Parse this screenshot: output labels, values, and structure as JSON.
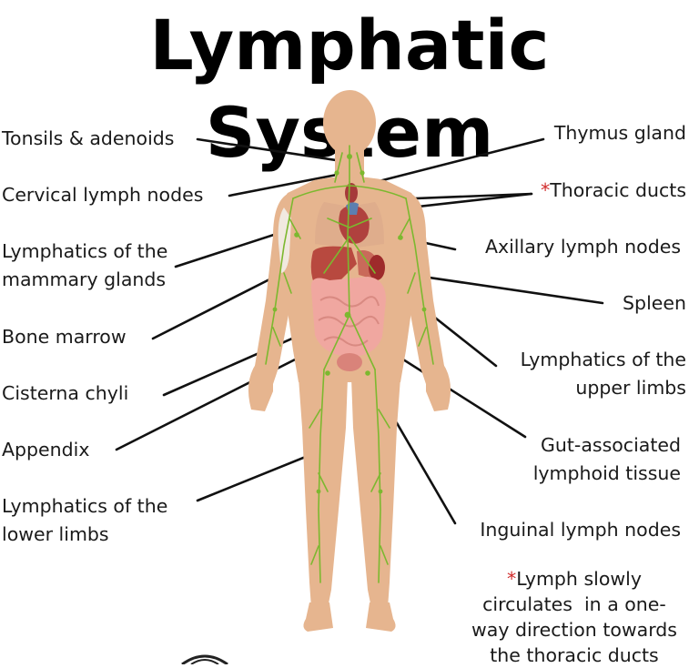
{
  "title": "Lymphatic System",
  "colors": {
    "skin": "#e6b58f",
    "skin_shadow": "#d9a47c",
    "lymph": "#7cb82f",
    "organ": "#b8493f",
    "heart": "#b0413e",
    "spleen": "#9e2b2b",
    "intestine": "#f0a7a0",
    "accent_star": "#d12b2b",
    "leader_line": "#111111"
  },
  "labels": {
    "left": {
      "tonsils": "Tonsils & adenoids",
      "cervical": "Cervical lymph nodes",
      "mammary_1": "Lymphatics of the",
      "mammary_2": "mammary glands",
      "bone_marrow": "Bone marrow",
      "cisterna": "Cisterna chyli",
      "appendix": "Appendix",
      "lower_1": "Lymphatics of the",
      "lower_2": "lower limbs"
    },
    "right": {
      "thymus": "Thymus gland",
      "thoracic_star": "*",
      "thoracic": "Thoracic ducts",
      "axillary": "Axillary lymph nodes",
      "spleen": "Spleen",
      "upper_1": "Lymphatics of the",
      "upper_2": "upper limbs",
      "gut_1": "Gut-associated",
      "gut_2": "lymphoid tissue",
      "inguinal": "Inguinal lymph nodes"
    }
  },
  "note": {
    "star": "*",
    "line1": "Lymph slowly",
    "line2": "circulates  in a one-",
    "line3": "way direction towards",
    "line4": "the thoracic ducts"
  }
}
